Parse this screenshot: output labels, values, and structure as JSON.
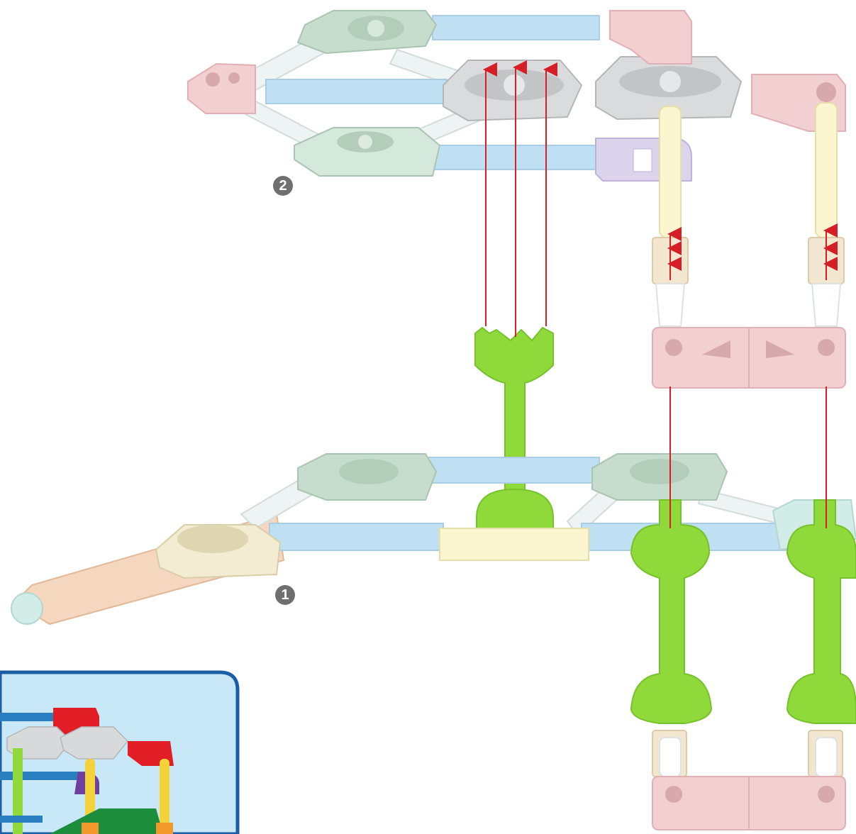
{
  "steps": [
    {
      "id": "step-1",
      "label": "1"
    },
    {
      "id": "step-2",
      "label": "2"
    }
  ],
  "colors": {
    "rod_blue": "#bfe0f3",
    "rod_white": "#eef3f3",
    "rod_yellow": "#fbf6d0",
    "connector_gray": "#c9cacb",
    "connector_green": "#c6dccd",
    "connector_pink": "#f2cfd1",
    "connector_cream": "#f3ecd2",
    "connector_purple": "#dcd3ec",
    "spacer_green": "#8fd93b",
    "arrow_red": "#d61e26",
    "inset_bg": "#c8e8f8",
    "inset_border": "#1a5fa5"
  },
  "icons": [
    "step-number-badge",
    "assembly-arrow"
  ]
}
